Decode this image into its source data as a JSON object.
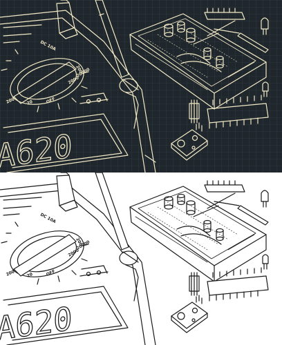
{
  "illustration": {
    "panels": [
      {
        "id": "blueprint",
        "style": "light lines on dark grid"
      },
      {
        "id": "lineart",
        "style": "black lines on white"
      }
    ],
    "colors": {
      "blueprint_bg": "#1f272d",
      "blueprint_grid": "#35424b",
      "blueprint_line": "#f2e9c6",
      "lineart_bg": "#ffffff",
      "lineart_line": "#1a1a1a"
    },
    "multimeter": {
      "display_reading": "A620",
      "dial_labels": [
        "DC 10A",
        "200",
        "2000",
        "20000",
        "OFF",
        "200",
        "20"
      ]
    },
    "icons": [
      "multimeter-probe-icon",
      "breadboard-icon",
      "ic-chip-icon",
      "sensor-module-icon",
      "pin-header-icon",
      "led-icon"
    ]
  }
}
